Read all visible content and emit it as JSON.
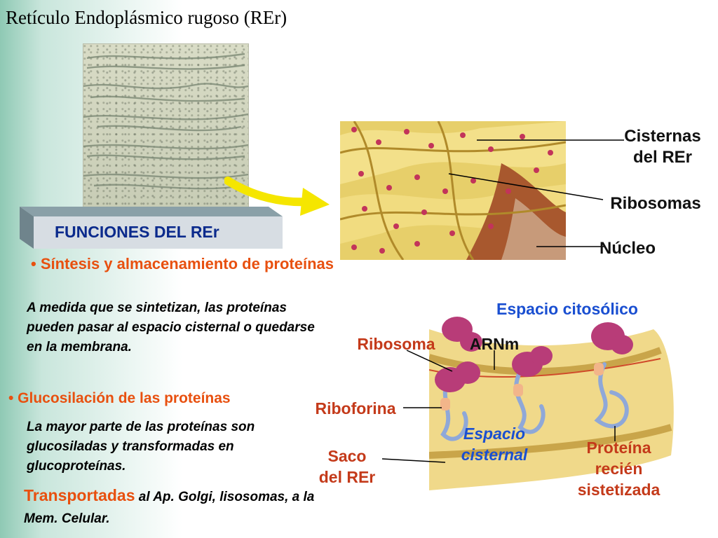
{
  "title": "Retículo Endoplásmico rugoso (REr)",
  "band_label": "FUNCIONES DEL REr",
  "bullet1": {
    "part1": "• Síntesis y ",
    "part2": "almacenamiento de proteínas"
  },
  "para1": "A medida que se sintetizan, las proteínas pueden pasar al espacio cisternal o quedarse en la membrana.",
  "bullet2": "• Glucosilación de las proteínas",
  "para2": "La mayor parte de las proteínas son glucosiladas y transformadas en glucoproteínas.",
  "para3": {
    "highlight": "Transportadas",
    "rest": " al Ap. Golgi, lisosomas, a la Mem. Celular."
  },
  "top_labels": {
    "cisternas_l1": "Cisternas",
    "cisternas_l2": "del REr",
    "ribosomas": "Ribosomas",
    "nucleo": "Núcleo"
  },
  "bottom_labels": {
    "espacio_citosolico": "Espacio citosólico",
    "ribosoma": "Ribosoma",
    "arnm": "ARNm",
    "riboforina": "Riboforina",
    "saco_l1": "Saco",
    "saco_l2": "del REr",
    "espacio_l1": "Espacio",
    "espacio_l2": "cisternal",
    "proteina_l1": "Proteína",
    "proteina_l2": "recién",
    "proteina_l3": "sistetizada"
  },
  "colors": {
    "orange": "#e8500f",
    "blue": "#1a4fd1",
    "navy": "#0b2a8c"
  }
}
